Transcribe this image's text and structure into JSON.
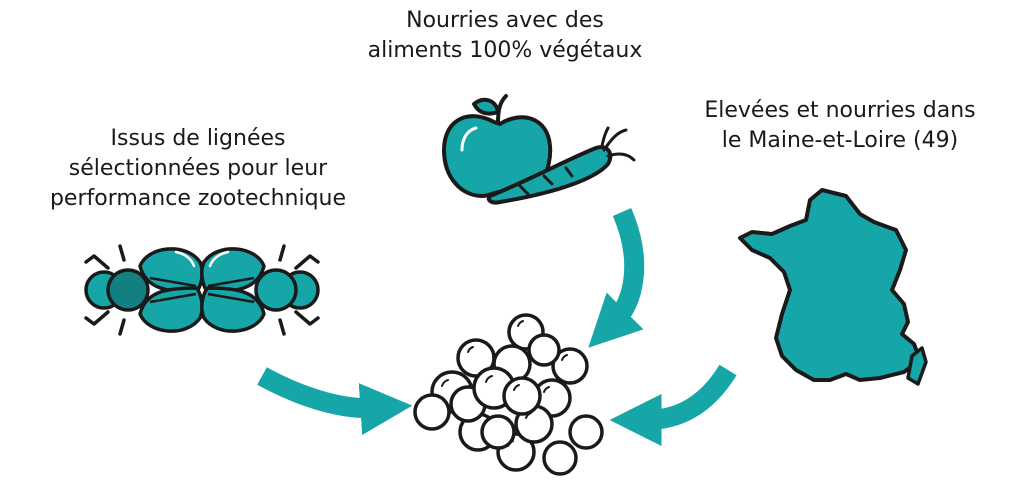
{
  "captions": {
    "top": {
      "line1": "Nourries avec des",
      "line2": "aliments 100% végétaux"
    },
    "left": {
      "line1": "Issus de lignées",
      "line2": "sélectionnées pour leur",
      "line3": "performance zootechnique"
    },
    "right": {
      "line1": "Elevées et nourries dans",
      "line2": "le Maine-et-Loire (49)"
    }
  },
  "colors": {
    "teal": "#17a6a8",
    "outline": "#1a1a1a",
    "egg": "#ffffff"
  },
  "icons": [
    "apple-icon",
    "carrot-icon",
    "fly-icon",
    "france-map-icon",
    "eggs-cluster-icon",
    "arrow-icon"
  ]
}
